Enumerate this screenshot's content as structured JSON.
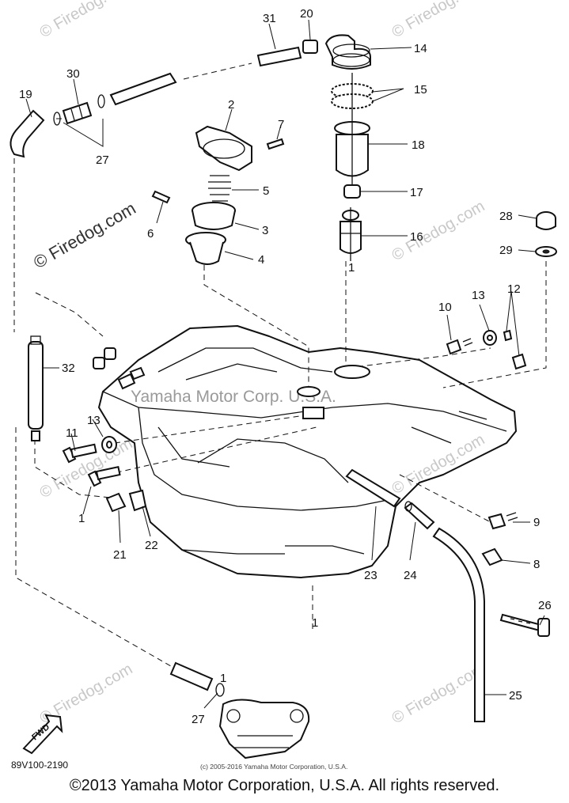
{
  "watermarks": {
    "brand": "© Firedog.com",
    "center": "Yamaha Motor Corp. U.S.A."
  },
  "part_labels": [
    "1",
    "2",
    "3",
    "4",
    "5",
    "6",
    "7",
    "8",
    "9",
    "10",
    "11",
    "12",
    "13",
    "14",
    "15",
    "16",
    "17",
    "18",
    "19",
    "20",
    "21",
    "22",
    "23",
    "24",
    "25",
    "26",
    "27",
    "28",
    "29",
    "30",
    "31",
    "32"
  ],
  "repeated_labels": {
    "part_1_a": "1",
    "part_1_b": "1",
    "part_1_c": "1",
    "part_13_b": "13",
    "part_27_b": "27"
  },
  "direction_arrow": "FWD",
  "drawing_code": "89V100-2190",
  "small_copyright": "(c) 2005-2016 Yamaha Motor Corporation, U.S.A.",
  "footer": "©2013 Yamaha Motor Corporation, U.S.A. All rights reserved."
}
